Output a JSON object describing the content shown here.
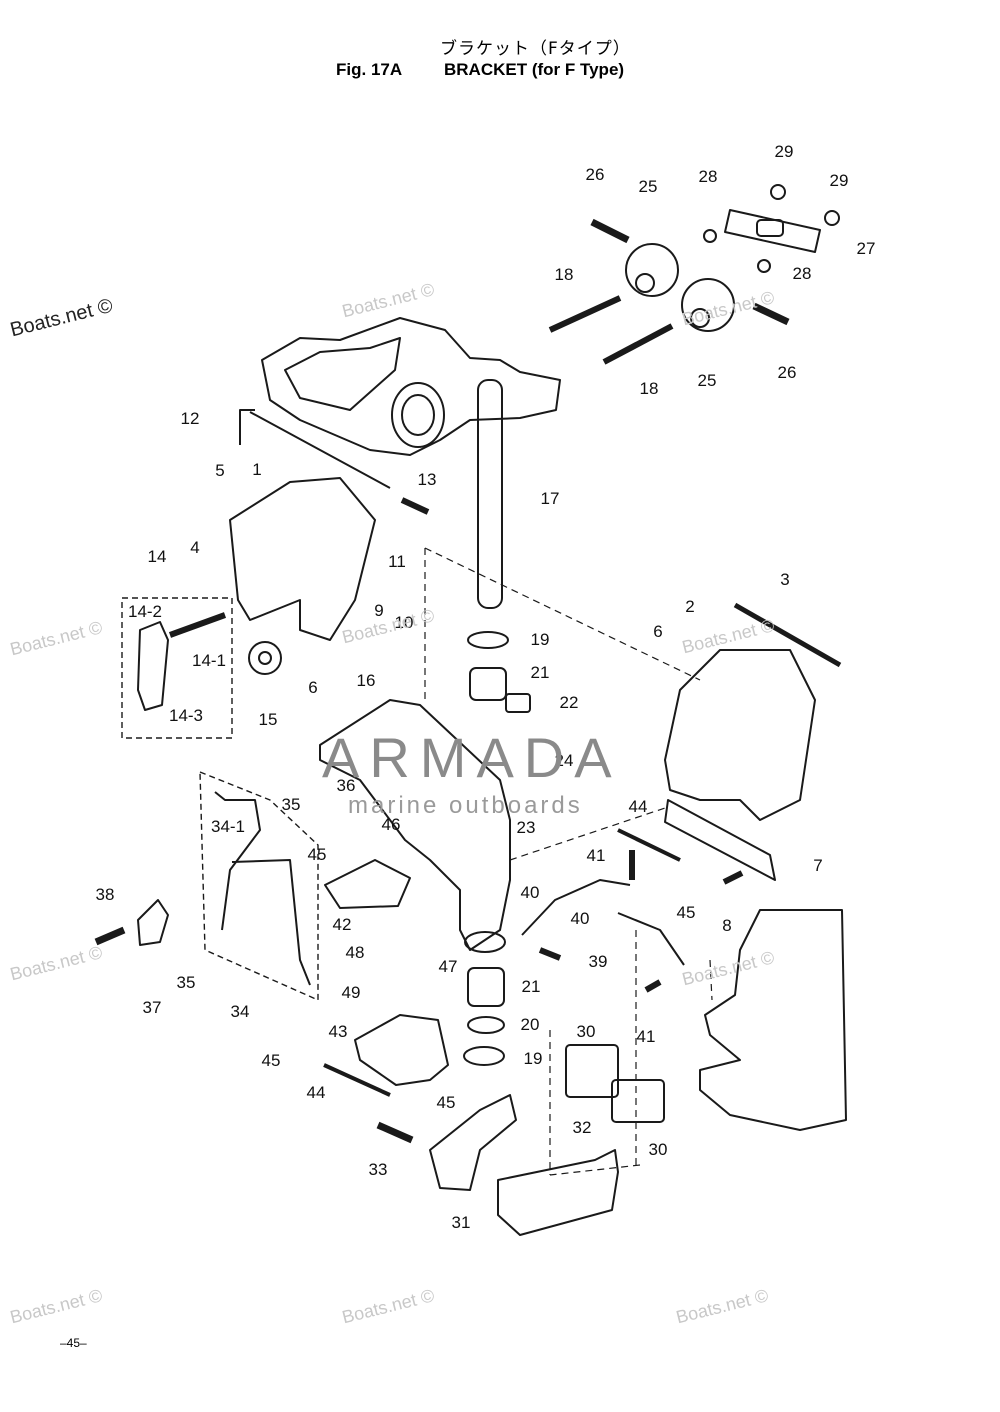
{
  "header": {
    "title_jp": "ブラケット（Fタイプ）",
    "figure_number": "Fig. 17A",
    "title_en": "BRACKET (for F Type)"
  },
  "watermark": {
    "site": "Boats.net ©",
    "brand": "ARMADA",
    "brand_sub": "marine outboards",
    "brand_color": "#e58fb0"
  },
  "callouts": [
    "26",
    "25",
    "28",
    "29",
    "29",
    "27",
    "18",
    "28",
    "26",
    "25",
    "18",
    "12",
    "5",
    "1",
    "13",
    "4",
    "17",
    "14",
    "11",
    "9",
    "10",
    "14-2",
    "14-1",
    "14-3",
    "15",
    "3",
    "2",
    "6",
    "19",
    "21",
    "22",
    "6",
    "16",
    "24",
    "36",
    "35",
    "34-1",
    "23",
    "46",
    "44",
    "45",
    "41",
    "7",
    "40",
    "40",
    "45",
    "8",
    "42",
    "38",
    "35",
    "37",
    "34",
    "48",
    "47",
    "39",
    "49",
    "21",
    "20",
    "43",
    "41",
    "30",
    "19",
    "45",
    "44",
    "45",
    "32",
    "30",
    "33",
    "31"
  ],
  "footer": {
    "page": "–45–"
  }
}
